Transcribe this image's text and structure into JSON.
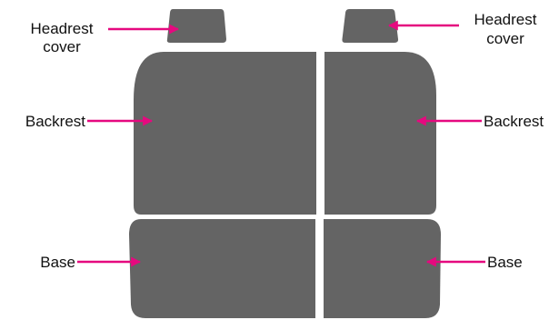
{
  "labels": {
    "headrest_left_line1": "Headrest",
    "headrest_left_line2": "cover",
    "headrest_right_line1": "Headrest",
    "headrest_right_line2": "cover",
    "backrest_left": "Backrest",
    "backrest_right": "Backrest",
    "base_left": "Base",
    "base_right": "Base"
  },
  "colors": {
    "panel": "#646464",
    "arrow": "#e5097f",
    "text": "#111111",
    "background": "#ffffff"
  }
}
